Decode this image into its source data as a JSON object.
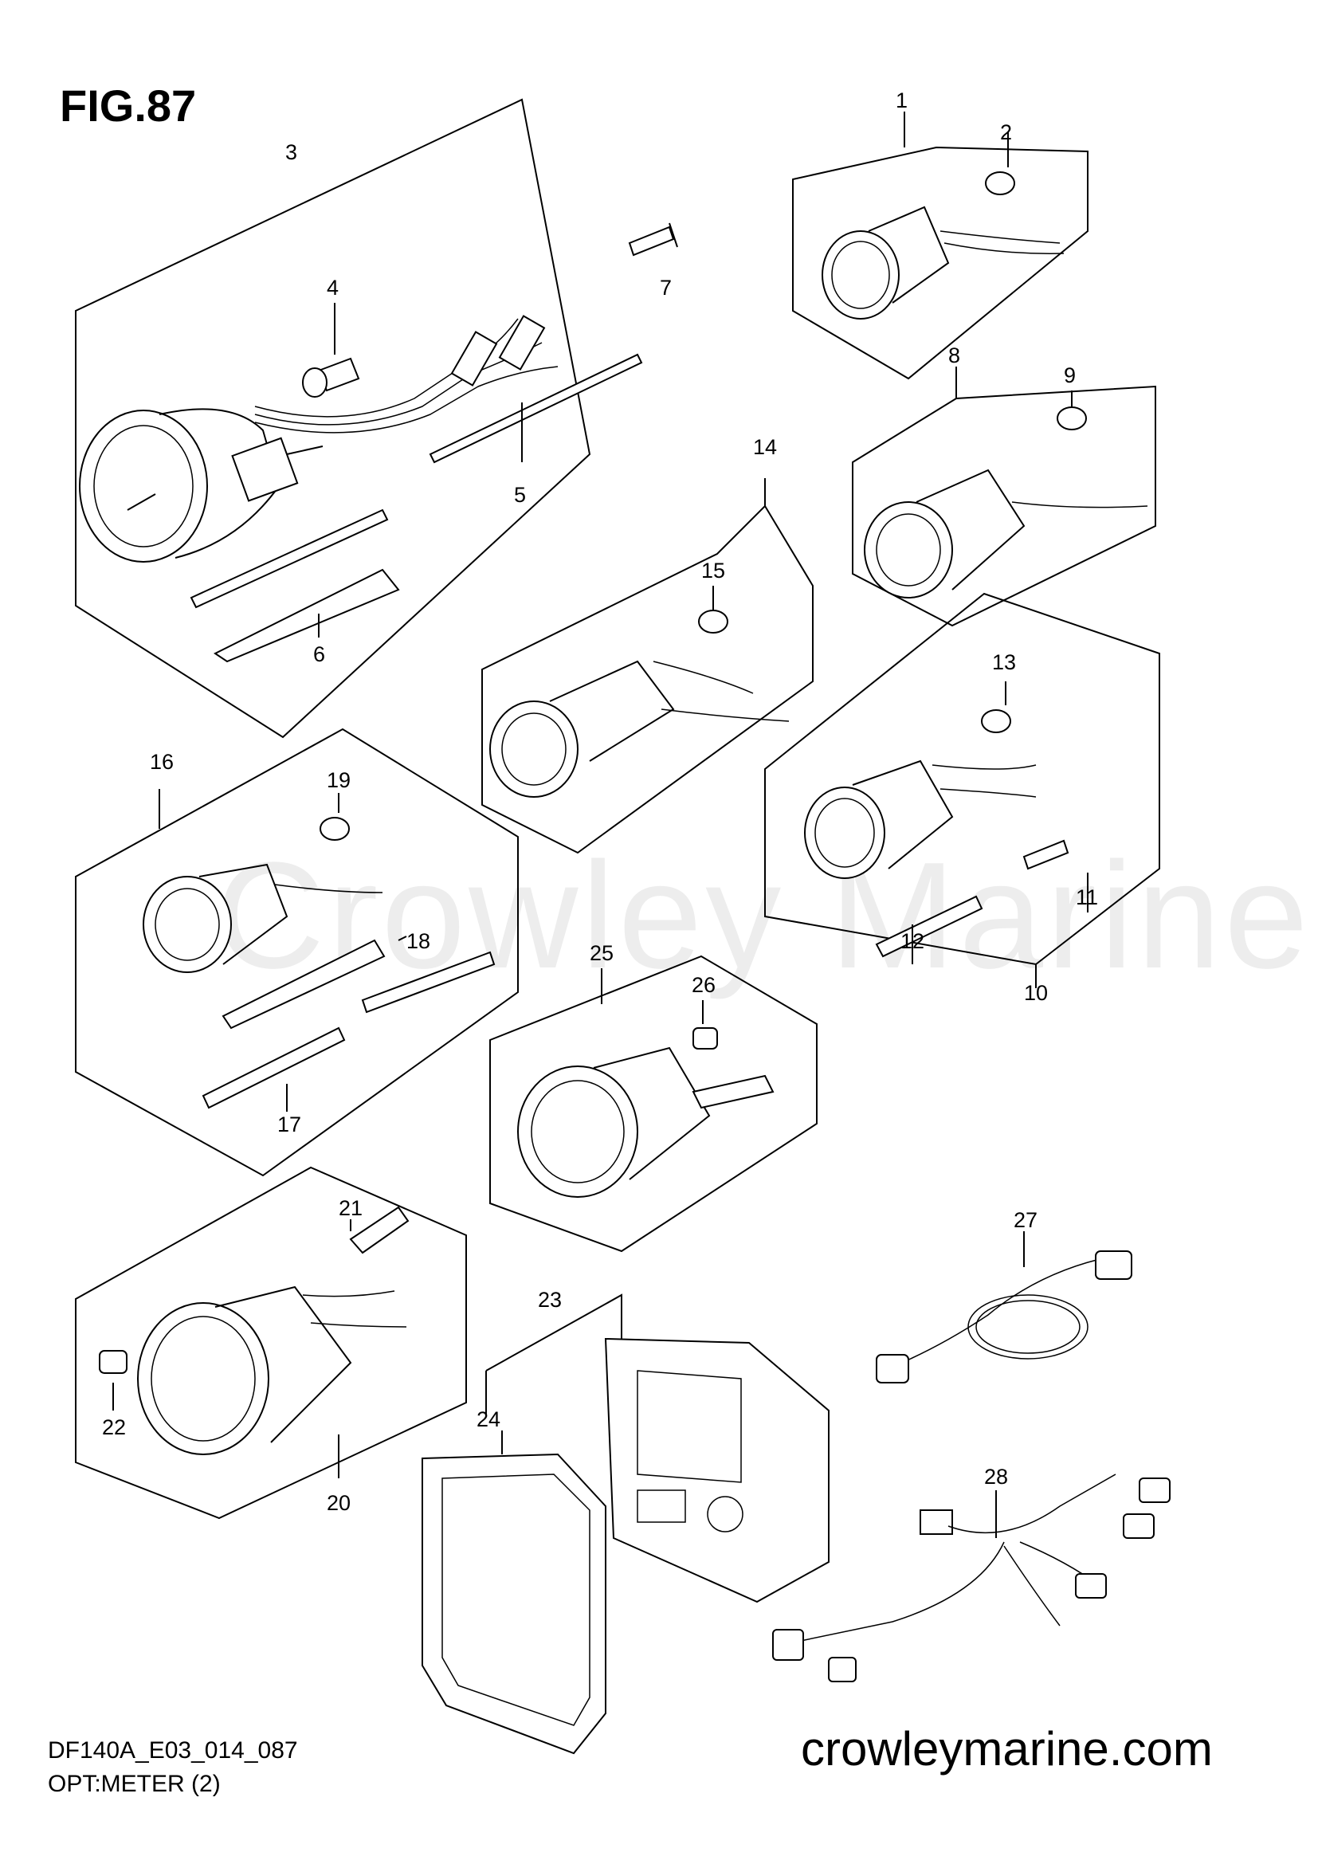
{
  "figure": {
    "title": "FIG.87",
    "code": "DF140A_E03_014_087",
    "subtitle": "OPT:METER (2)",
    "website": "crowleymarine.com",
    "watermark": "Crowley Marine"
  },
  "callouts": [
    "1",
    "2",
    "3",
    "4",
    "5",
    "6",
    "7",
    "8",
    "9",
    "10",
    "11",
    "12",
    "13",
    "14",
    "15",
    "16",
    "17",
    "18",
    "19",
    "20",
    "21",
    "22",
    "23",
    "24",
    "25",
    "26",
    "27",
    "28"
  ]
}
